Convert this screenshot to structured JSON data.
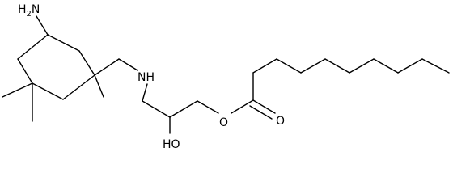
{
  "molecule": {
    "labels": {
      "amine": "H2N",
      "amine_main": "H",
      "amine_sub": "2",
      "amine_n": "N",
      "nh": "NH",
      "hydroxyl": "HO",
      "ester_o": "O",
      "carbonyl_o": "O"
    },
    "colors": {
      "bond": "#000000",
      "text": "#000000",
      "background": "#ffffff"
    }
  }
}
